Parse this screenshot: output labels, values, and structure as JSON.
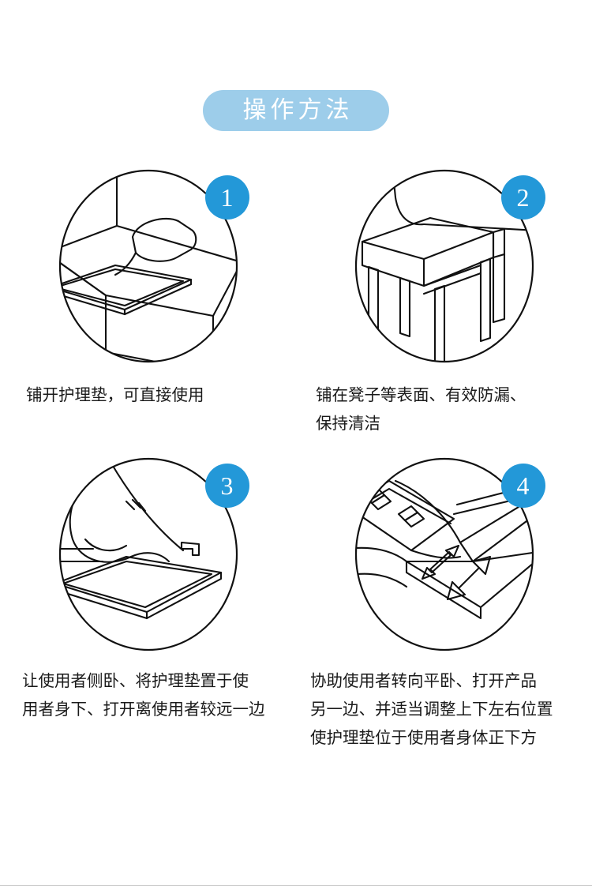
{
  "page": {
    "title": "操作方法",
    "background_color": "#ffffff",
    "banner_color": "#9dcdea",
    "badge_color": "#2398d8",
    "text_color": "#1a1a1a",
    "line_art_color": "#111111"
  },
  "header": {
    "title": "操作方法"
  },
  "steps": [
    {
      "number": "1",
      "illustration": "bed-with-care-pad-illustration",
      "caption": "铺开护理垫，可直接使用"
    },
    {
      "number": "2",
      "illustration": "stool-with-care-pad-illustration",
      "caption": "铺在凳子等表面、有效防漏、\n保持清洁"
    },
    {
      "number": "3",
      "illustration": "person-side-lying-with-pad-illustration",
      "caption": "让使用者侧卧、将护理垫置于使\n用者身下、打开离使用者较远一边"
    },
    {
      "number": "4",
      "illustration": "pad-adjust-arrows-illustration",
      "caption": "协助使用者转向平卧、打开产品\n另一边、并适当调整上下左右位置\n使护理垫位于使用者身体正下方"
    }
  ]
}
